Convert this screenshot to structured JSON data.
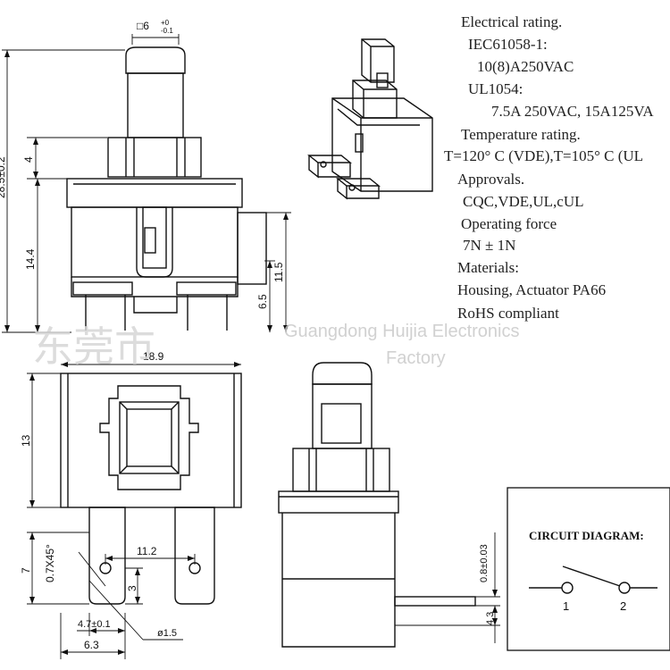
{
  "specs": {
    "electrical_rating": "Electrical rating.",
    "iec_standard": "IEC61058-1:",
    "iec_value": "10(8)A250VAC",
    "ul_standard": "UL1054:",
    "ul_value": "7.5A 250VAC, 15A125VA",
    "temperature_rating": "Temperature rating.",
    "temperature_value": "T=120° C (VDE),T=105° C (UL",
    "approvals": "Approvals.",
    "approvals_value": "CQC,VDE,UL,cUL",
    "operating_force": "Operating force",
    "operating_force_value": "7N ± 1N",
    "materials": "Materials:",
    "housing": "Housing, Actuator PA66",
    "rohs": "RoHS compliant"
  },
  "watermark": {
    "chinese": "东莞市",
    "english_line1": "Guangdong Huijia Electronics",
    "english_line2": "Factory"
  },
  "dimensions": {
    "top_square": "□6",
    "top_tol_upper": "+0",
    "top_tol_lower": "-0.1",
    "total_height": "28.5±0.2",
    "upper_4": "4",
    "height_14_4": "14.4",
    "height_11_5": "11.5",
    "height_6_5": "6.5",
    "width_18_9": "18.9",
    "height_13": "13",
    "chamfer": "0.7X45°",
    "height_7": "7",
    "spacing_11_2": "11.2",
    "height_3": "3",
    "width_4_7": "4.7±0.1",
    "hole_1_5": "ø1.5",
    "width_6_3": "6.3",
    "thickness_0_8": "0.8±0.03",
    "height_4_3": "4.3"
  },
  "circuit": {
    "title": "CIRCUIT DIAGRAM:",
    "pin1": "1",
    "pin2": "2"
  }
}
